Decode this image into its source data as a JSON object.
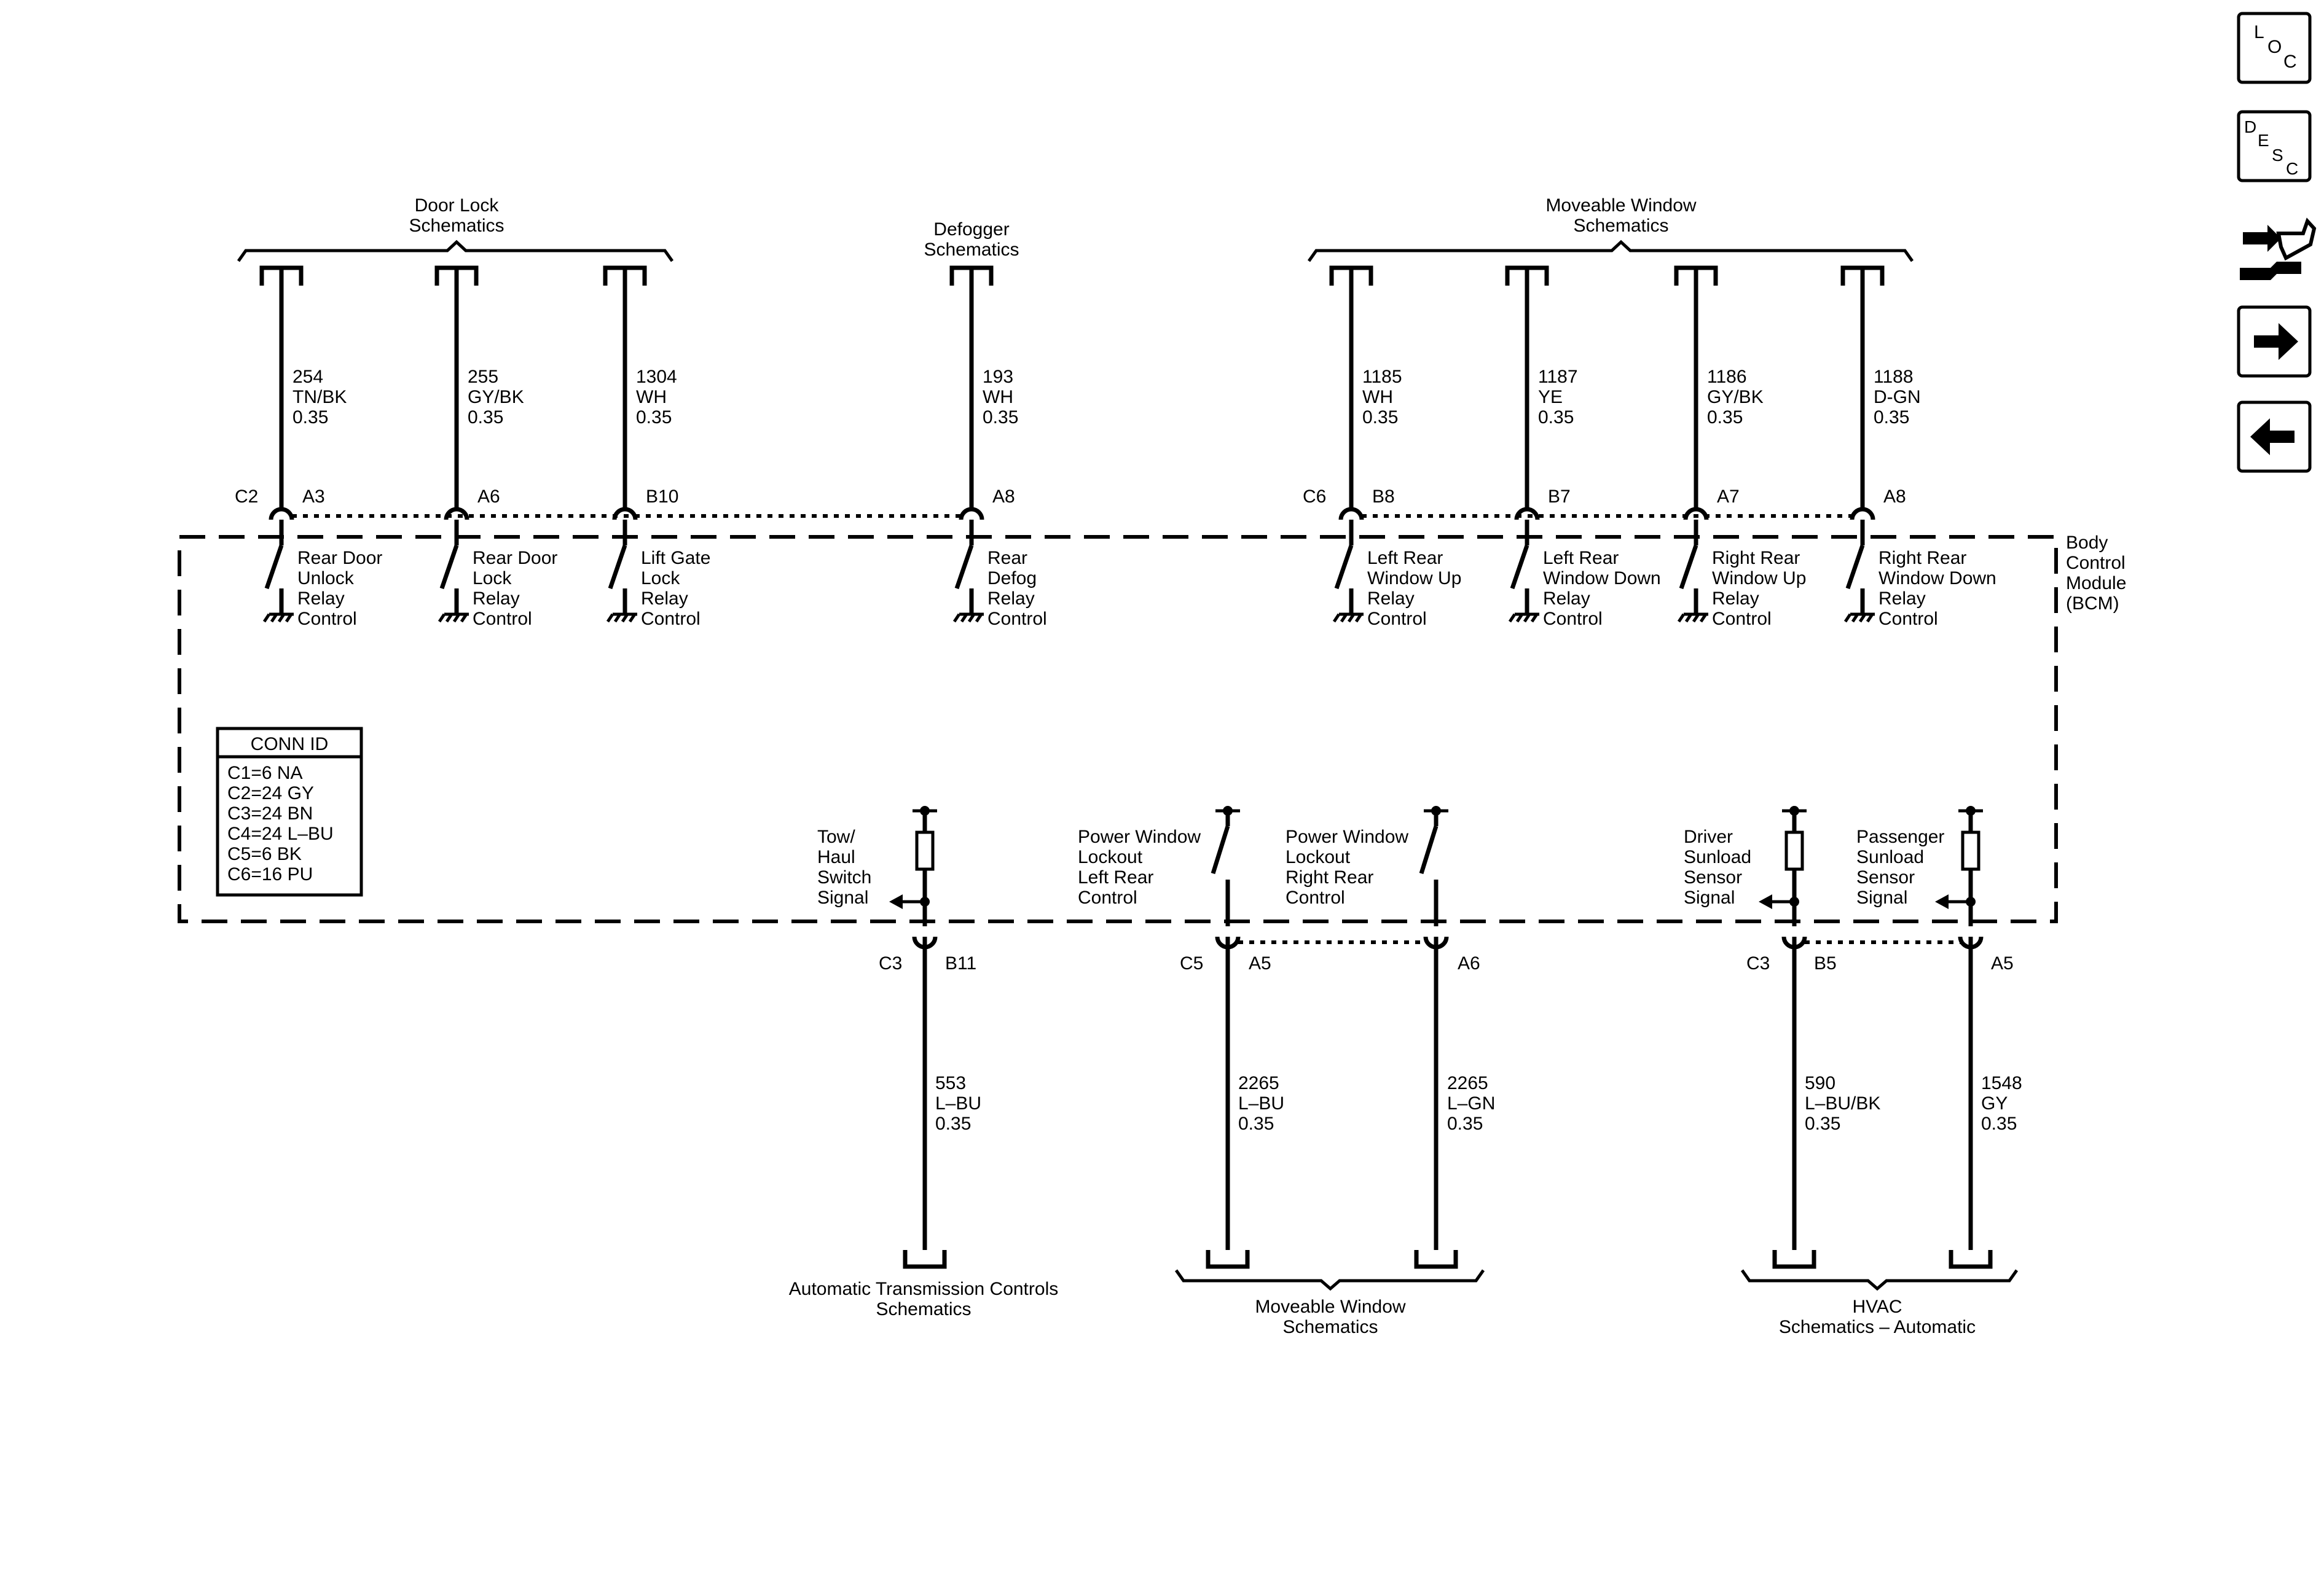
{
  "top_groups": {
    "door_lock": [
      "Door Lock",
      "Schematics"
    ],
    "defogger": [
      "Defogger",
      "Schematics"
    ],
    "moveable_window": [
      "Moveable Window",
      "Schematics"
    ]
  },
  "top_circuits": [
    {
      "circuit": "254",
      "color": "TN/BK",
      "gauge": "0.35",
      "pin": "A3",
      "label": [
        "Rear Door",
        "Unlock",
        "Relay",
        "Control"
      ]
    },
    {
      "circuit": "255",
      "color": "GY/BK",
      "gauge": "0.35",
      "pin": "A6",
      "label": [
        "Rear Door",
        "Lock",
        "Relay",
        "Control"
      ]
    },
    {
      "circuit": "1304",
      "color": "WH",
      "gauge": "0.35",
      "pin": "B10",
      "label": [
        "Lift Gate",
        "Lock",
        "Relay",
        "Control"
      ]
    },
    {
      "circuit": "193",
      "color": "WH",
      "gauge": "0.35",
      "pin": "A8",
      "label": [
        "Rear",
        "Defog",
        "Relay",
        "Control"
      ]
    },
    {
      "circuit": "1185",
      "color": "WH",
      "gauge": "0.35",
      "pin": "B8",
      "label": [
        "Left Rear",
        "Window Up",
        "Relay",
        "Control"
      ]
    },
    {
      "circuit": "1187",
      "color": "YE",
      "gauge": "0.35",
      "pin": "B7",
      "label": [
        "Left Rear",
        "Window Down",
        "Relay",
        "Control"
      ]
    },
    {
      "circuit": "1186",
      "color": "GY/BK",
      "gauge": "0.35",
      "pin": "A7",
      "label": [
        "Right Rear",
        "Window Up",
        "Relay",
        "Control"
      ]
    },
    {
      "circuit": "1188",
      "color": "D-GN",
      "gauge": "0.35",
      "pin": "A8",
      "label": [
        "Right Rear",
        "Window Down",
        "Relay",
        "Control"
      ]
    }
  ],
  "top_connectors": {
    "left": "C2",
    "right": "C6"
  },
  "module_label": [
    "Body",
    "Control",
    "Module",
    "(BCM)"
  ],
  "conn_id": {
    "title": "CONN ID",
    "rows": [
      "C1=6 NA",
      "C2=24 GY",
      "C3=24 BN",
      "C4=24 L–BU",
      "C5=6 BK",
      "C6=16 PU"
    ]
  },
  "bottom_circuits": [
    {
      "connector": "C3",
      "pin": "B11",
      "circuit": "553",
      "color": "L–BU",
      "gauge": "0.35",
      "label": [
        "Tow/",
        "Haul",
        "Switch",
        "Signal"
      ]
    },
    {
      "connector": "C5",
      "pin": "A5",
      "circuit": "2265",
      "color": "L–BU",
      "gauge": "0.35",
      "label": [
        "Power Window",
        "Lockout",
        "Left Rear",
        "Control"
      ]
    },
    {
      "connector": "",
      "pin": "A6",
      "circuit": "2265",
      "color": "L–GN",
      "gauge": "0.35",
      "label": [
        "Power Window",
        "Lockout",
        "Right Rear",
        "Control"
      ]
    },
    {
      "connector": "C3",
      "pin": "B5",
      "circuit": "590",
      "color": "L–BU/BK",
      "gauge": "0.35",
      "label": [
        "Driver",
        "Sunload",
        "Sensor",
        "Signal"
      ]
    },
    {
      "connector": "",
      "pin": "A5",
      "circuit": "1548",
      "color": "GY",
      "gauge": "0.35",
      "label": [
        "Passenger",
        "Sunload",
        "Sensor",
        "Signal"
      ]
    }
  ],
  "bottom_groups": {
    "trans": [
      "Automatic Transmission Controls",
      "Schematics"
    ],
    "window": [
      "Moveable Window",
      "Schematics"
    ],
    "hvac": [
      "HVAC",
      "Schematics – Automatic"
    ]
  },
  "nav": {
    "loc": [
      "L",
      "O",
      "C"
    ],
    "desc": [
      "D",
      "E",
      "S",
      "C"
    ]
  },
  "icons": [
    "loc-icon",
    "desc-icon",
    "connector-repair-icon",
    "next-arrow-icon",
    "previous-arrow-icon"
  ]
}
